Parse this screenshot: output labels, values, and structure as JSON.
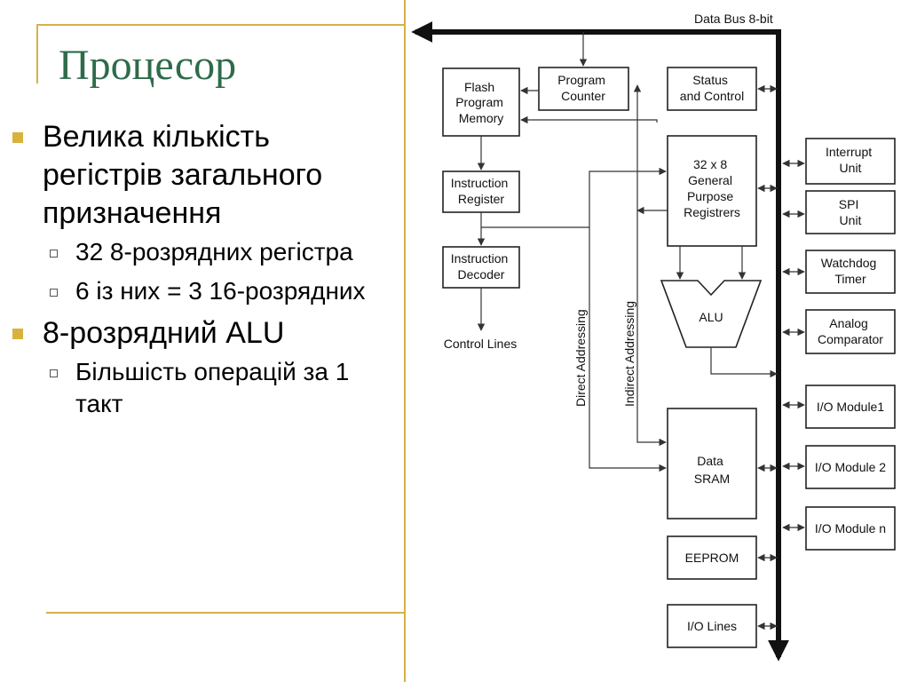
{
  "slide": {
    "title": "Процесор",
    "bullets": [
      {
        "text": "Велика кількість регістрів загального призначення",
        "subs": [
          "32 8-розрядних регістра",
          "6 із них = 3 16-розрядних"
        ]
      },
      {
        "text": "8-розрядний ALU",
        "subs": [
          "Більшість операцій за 1 такт"
        ]
      }
    ]
  },
  "diagram": {
    "data_bus": "Data Bus 8-bit",
    "flash": [
      "Flash",
      "Program",
      "Memory"
    ],
    "program_counter": [
      "Program",
      "Counter"
    ],
    "status_control": [
      "Status",
      "and Control"
    ],
    "gpr": [
      "32 x 8",
      "General",
      "Purpose",
      "Registrers"
    ],
    "instruction_register": [
      "Instruction",
      "Register"
    ],
    "instruction_decoder": [
      "Instruction",
      "Decoder"
    ],
    "control_lines": "Control Lines",
    "alu": "ALU",
    "direct_addressing": "Direct Addressing",
    "indirect_addressing": "Indirect Addressing",
    "data_sram": [
      "Data",
      "SRAM"
    ],
    "eeprom": "EEPROM",
    "io_lines": "I/O Lines",
    "interrupt": [
      "Interrupt",
      "Unit"
    ],
    "spi": [
      "SPI",
      "Unit"
    ],
    "watchdog": [
      "Watchdog",
      "Timer"
    ],
    "analog": [
      "Analog",
      "Comparator"
    ],
    "io_module_1": "I/O Module1",
    "io_module_2": "I/O Module 2",
    "io_module_n": "I/O Module n"
  }
}
